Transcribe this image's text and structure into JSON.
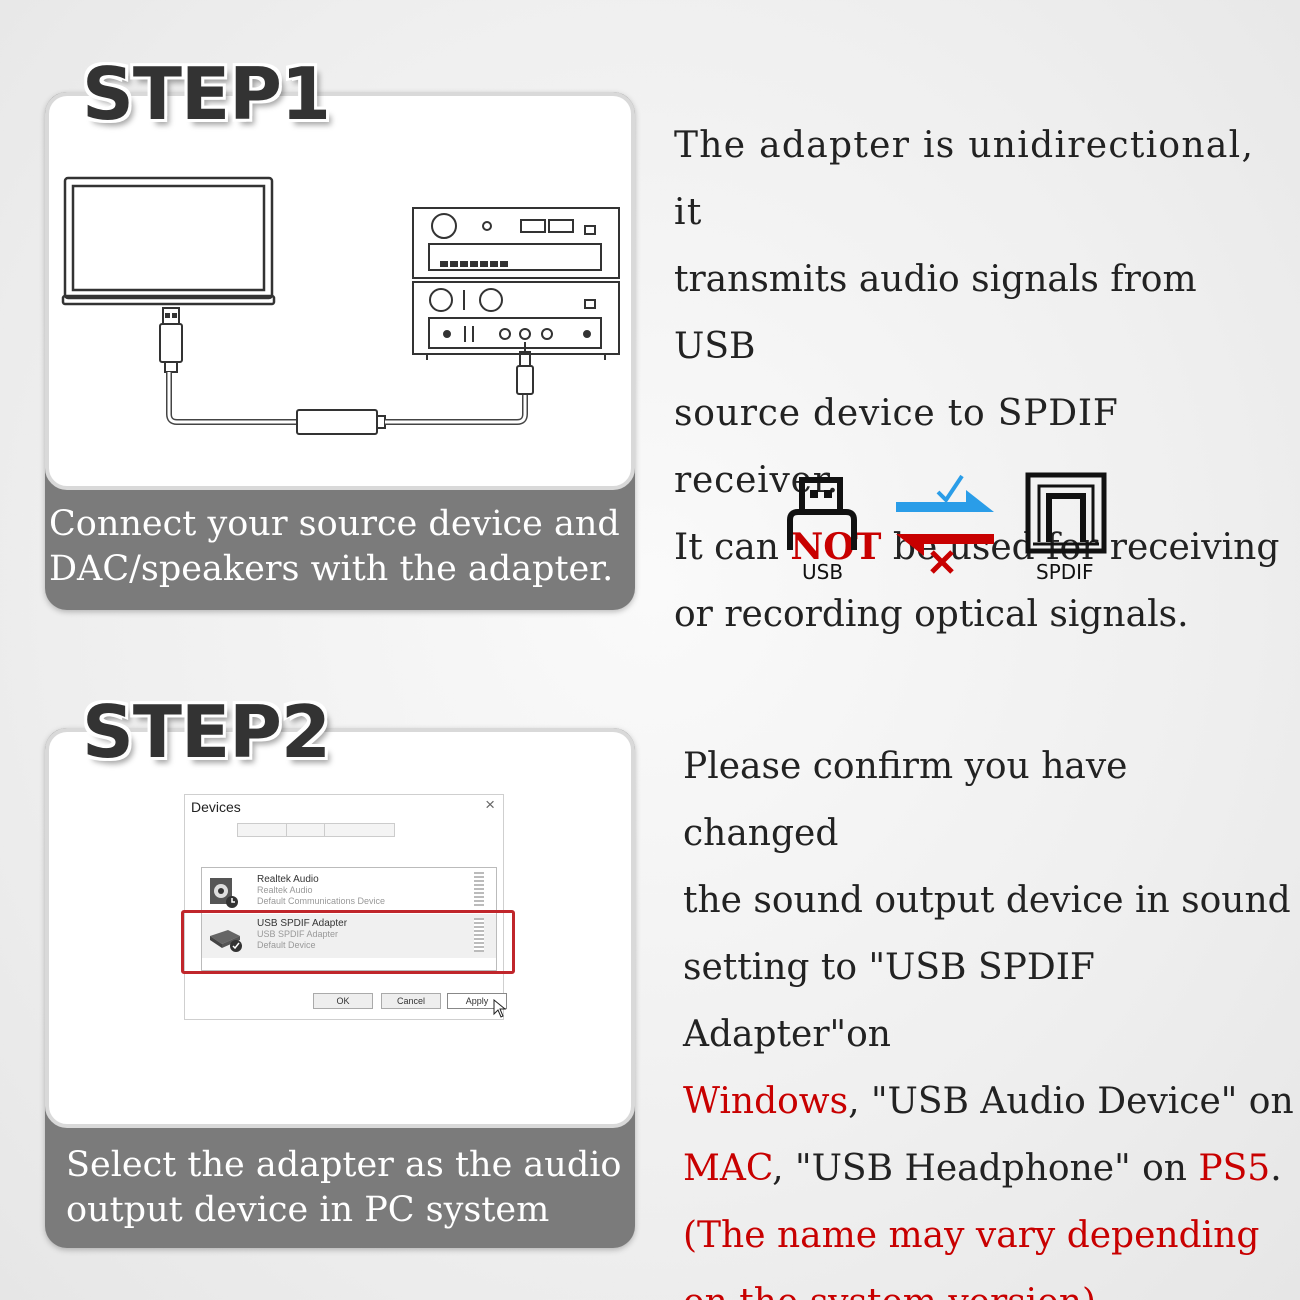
{
  "step1": {
    "title": "STEP1",
    "caption_line1": "Connect your source device and",
    "caption_line2": "DAC/speakers with the adapter.",
    "description": {
      "line1": "The adapter is unidirectional, it",
      "line2": "transmits audio signals from USB",
      "line3": "source device to SPDIF receiver.",
      "line4_a": "It can ",
      "line4_b": "NOT",
      "line4_c": " be used for receiving",
      "line5": "or recording optical signals."
    },
    "icons": {
      "usb_label": "USB",
      "spdif_label": "SPDIF"
    }
  },
  "step2": {
    "title": "STEP2",
    "caption_line1": "Select the adapter as the audio",
    "caption_line2": "output device in PC system",
    "dialog": {
      "title": "Devices",
      "close": "×",
      "device1_name": "Realtek Audio",
      "device1_sub": "Realtek Audio",
      "device1_status": "Default Communications Device",
      "device2_name": "USB SPDIF Adapter",
      "device2_sub": "USB SPDIF Adapter",
      "device2_status": "Default Device",
      "ok": "OK",
      "cancel": "Cancel",
      "apply": "Apply"
    },
    "description": {
      "line1": "Please confirm you have changed",
      "line2": "the sound output device in sound",
      "line3": "setting to \"USB SPDIF Adapter\"on",
      "line4_a": "Windows",
      "line4_b": ", \"USB Audio Device\" on",
      "line5_a": "MAC",
      "line5_b": ", \"USB Headphone\" on ",
      "line5_c": "PS5",
      "line5_d": ".",
      "line6": "(The name may vary depending",
      "line7": "on the system version)"
    }
  },
  "colors": {
    "accent_red": "#c80000",
    "arrow_blue": "#2a9de8",
    "arrow_red": "#c80000",
    "caption_bg": "#7b7b7b"
  }
}
